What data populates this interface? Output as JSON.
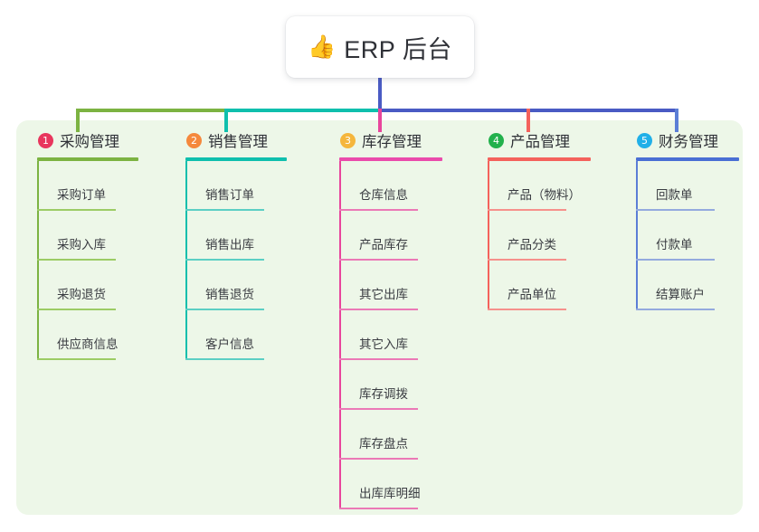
{
  "diagram": {
    "type": "mindmap",
    "background": "#ffffff",
    "panel_color": "#edf7e8",
    "root": {
      "icon": "thumbs-up-icon",
      "emoji": "👍",
      "label": "ERP 后台",
      "trunk_color": "#4a5bc4"
    },
    "connector": {
      "bar_colors": [
        "#7cb342",
        "#0fbfad",
        "#4a5bc4"
      ],
      "drop_colors": [
        "#7cb342",
        "#0fbfad",
        "#e8459c",
        "#f4625c",
        "#5b7ed6"
      ]
    },
    "columns": [
      {
        "number": "1",
        "title": "采购管理",
        "badge_color": "#e8365d",
        "rule_color": "#7cb342",
        "leaf_color": "#9ccc65",
        "drop_color": "#7cb342",
        "items": [
          "采购订单",
          "采购入库",
          "采购退货",
          "供应商信息"
        ]
      },
      {
        "number": "2",
        "title": "销售管理",
        "badge_color": "#f5883c",
        "rule_color": "#0fbfad",
        "leaf_color": "#5ccfc4",
        "drop_color": "#0fbfad",
        "items": [
          "销售订单",
          "销售出库",
          "销售退货",
          "客户信息"
        ]
      },
      {
        "number": "3",
        "title": "库存管理",
        "badge_color": "#f5b63c",
        "rule_color": "#ea4bab",
        "leaf_color": "#eb79b6",
        "drop_color": "#e8459c",
        "items": [
          "仓库信息",
          "产品库存",
          "其它出库",
          "其它入库",
          "库存调拨",
          "库存盘点",
          "出库库明细"
        ]
      },
      {
        "number": "4",
        "title": "产品管理",
        "badge_color": "#22b14c",
        "rule_color": "#f4625c",
        "leaf_color": "#f6918c",
        "drop_color": "#f4625c",
        "items": [
          "产品（物料）",
          "产品分类",
          "产品单位"
        ]
      },
      {
        "number": "5",
        "title": "财务管理",
        "badge_color": "#21b0e8",
        "rule_color": "#4a6fd4",
        "leaf_color": "#94aade",
        "drop_color": "#5b7ed6",
        "items": [
          "回款单",
          "付款单",
          "结算账户"
        ]
      }
    ]
  }
}
